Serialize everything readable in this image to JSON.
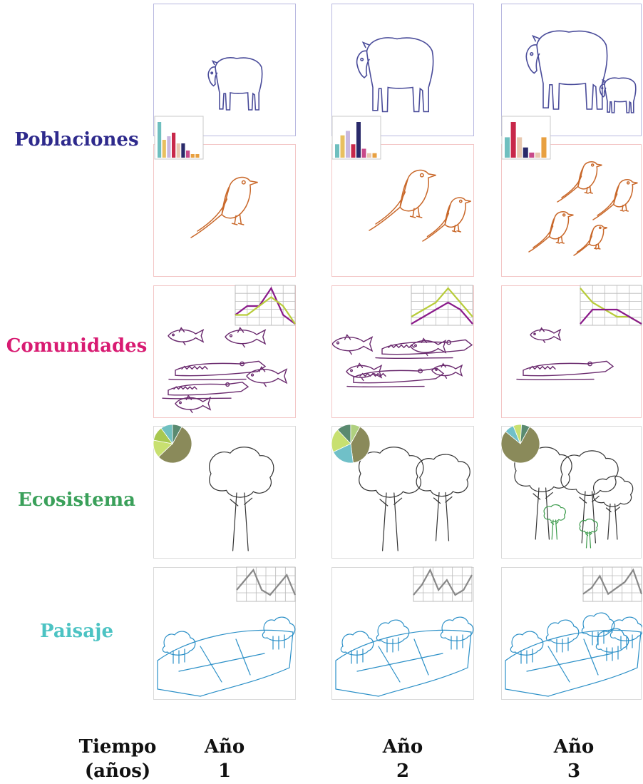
{
  "rows": {
    "poblaciones": {
      "label": "Poblaciones",
      "color": "#2e2a8c"
    },
    "comunidades": {
      "label": "Comunidades",
      "color": "#d81b72"
    },
    "ecosistema": {
      "label": "Ecosistema",
      "color": "#3aa05a"
    },
    "paisaje": {
      "label": "Paisaje",
      "color": "#4cc3c3"
    }
  },
  "footer": {
    "tiempo_line1": "Tiempo",
    "tiempo_line2": "(años)",
    "years": [
      {
        "line1": "Año",
        "line2": "1"
      },
      {
        "line1": "Año",
        "line2": "2"
      },
      {
        "line1": "Año",
        "line2": "3"
      }
    ]
  },
  "colors": {
    "tapir": "#4a4c9a",
    "bird": "#c9682a",
    "fish": "#6a2a6e",
    "tree": "#333333",
    "landscape": "#2a8fc7",
    "panel_border_blue": "#b8b8e0",
    "panel_border_pink": "#f3c6c6",
    "panel_border_gray": "#dadada"
  },
  "chart_data": [
    {
      "type": "bar",
      "panel": "year1-population",
      "values": [
        10,
        5,
        6,
        7,
        4,
        4,
        2,
        1,
        1
      ],
      "colors": [
        "#6fbfbf",
        "#e8c060",
        "#c8b8e0",
        "#c8284a",
        "#e8c8b0",
        "#2a2a6a",
        "#c84a8a",
        "#e8a040",
        "#e8a040"
      ]
    },
    {
      "type": "bar",
      "panel": "year2-population",
      "values": [
        3,
        5,
        6,
        3,
        8,
        2,
        1,
        1
      ],
      "colors": [
        "#6fbfbf",
        "#e8c060",
        "#c8b8e0",
        "#c8284a",
        "#2a2a6a",
        "#c84a8a",
        "#e8c8b0",
        "#e8a040"
      ]
    },
    {
      "type": "bar",
      "panel": "year3-population",
      "values": [
        4,
        7,
        4,
        2,
        1,
        1,
        4
      ],
      "colors": [
        "#6fbfbf",
        "#c8284a",
        "#e8c8b0",
        "#2a2a6a",
        "#c84a8a",
        "#e8c8b0",
        "#e8a040"
      ]
    },
    {
      "type": "line",
      "panel": "year1-community",
      "series": [
        {
          "color": "#8a1a8a",
          "values": [
            1,
            2,
            2,
            4,
            1,
            0
          ]
        },
        {
          "color": "#b8cc3a",
          "values": [
            1,
            1,
            2,
            3,
            2,
            0
          ]
        }
      ]
    },
    {
      "type": "line",
      "panel": "year2-community",
      "series": [
        {
          "color": "#b8cc3a",
          "values": [
            1,
            2,
            3,
            5,
            3,
            1
          ]
        },
        {
          "color": "#8a1a8a",
          "values": [
            0,
            1,
            2,
            3,
            2,
            0
          ]
        }
      ]
    },
    {
      "type": "line",
      "panel": "year3-community",
      "series": [
        {
          "color": "#b8cc3a",
          "values": [
            5,
            3,
            2,
            1,
            1,
            0
          ]
        },
        {
          "color": "#8a1a8a",
          "values": [
            0,
            2,
            2,
            2,
            1,
            0
          ]
        }
      ]
    },
    {
      "type": "pie",
      "panel": "year1-ecosystem",
      "slices": [
        {
          "value": 55,
          "color": "#8a8a5a"
        },
        {
          "value": 15,
          "color": "#c8e070"
        },
        {
          "value": 12,
          "color": "#a8c850"
        },
        {
          "value": 10,
          "color": "#70c0c0"
        },
        {
          "value": 8,
          "color": "#5a8a70"
        }
      ]
    },
    {
      "type": "pie",
      "panel": "year2-ecosystem",
      "slices": [
        {
          "value": 40,
          "color": "#8a8a5a"
        },
        {
          "value": 20,
          "color": "#70c0c8"
        },
        {
          "value": 20,
          "color": "#c8e070"
        },
        {
          "value": 12,
          "color": "#5a8a70"
        },
        {
          "value": 8,
          "color": "#b0d080"
        }
      ]
    },
    {
      "type": "pie",
      "panel": "year3-ecosystem",
      "slices": [
        {
          "value": 78,
          "color": "#8a8a5a"
        },
        {
          "value": 8,
          "color": "#70c0c8"
        },
        {
          "value": 7,
          "color": "#c8e070"
        },
        {
          "value": 7,
          "color": "#5a8a70"
        }
      ]
    },
    {
      "type": "line",
      "panel": "year1-landscape",
      "series": [
        {
          "color": "#888888",
          "values": [
            2,
            4,
            6,
            2,
            1,
            3,
            5,
            1
          ]
        }
      ]
    },
    {
      "type": "line",
      "panel": "year2-landscape",
      "series": [
        {
          "color": "#888888",
          "values": [
            1,
            3,
            6,
            2,
            4,
            1,
            2,
            5
          ]
        }
      ]
    },
    {
      "type": "line",
      "panel": "year3-landscape",
      "series": [
        {
          "color": "#888888",
          "values": [
            1,
            2,
            4,
            1,
            2,
            3,
            5,
            1
          ]
        }
      ]
    }
  ]
}
